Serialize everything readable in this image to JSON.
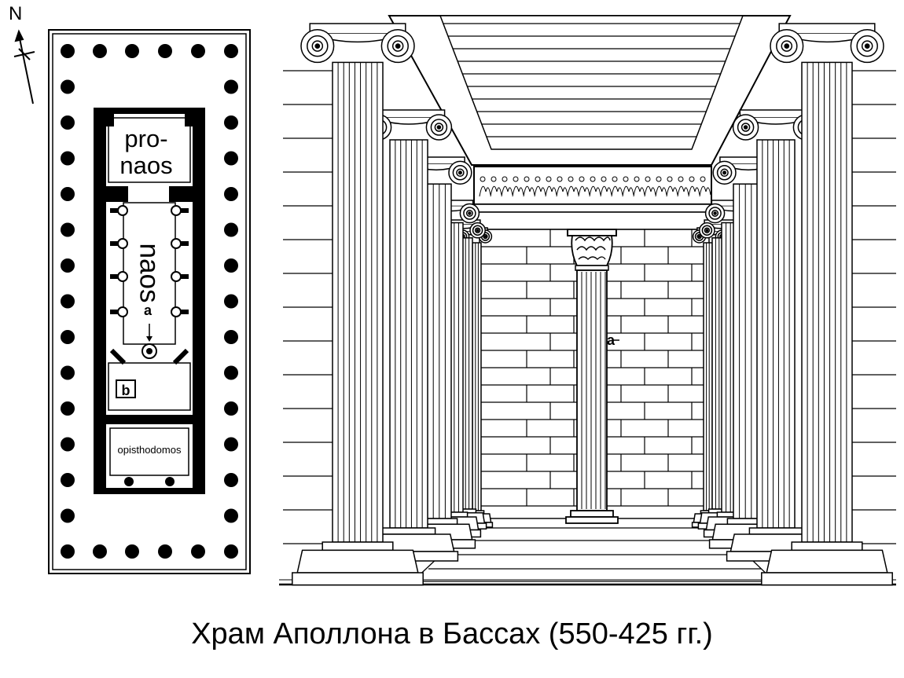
{
  "plan": {
    "north": "N",
    "pronaos": [
      "pro-",
      "naos"
    ],
    "naos": "naos",
    "marker_a": "a",
    "marker_b": "b",
    "opisthodomos": "opisthodomos"
  },
  "interior": {
    "marker_a": "a"
  },
  "caption": "Храм Аполлона в Бассах (550-425 гг.)"
}
